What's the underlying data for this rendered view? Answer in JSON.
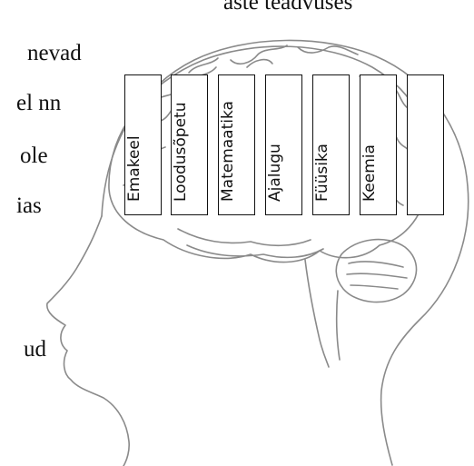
{
  "text_fragments": [
    "aste teadvuses",
    "nevad",
    "el nn",
    "ole",
    "ias",
    "ud"
  ],
  "drawers": [
    "Emakeel",
    "Loodusõpetu",
    "Matemaatika",
    "Ajalugu",
    "Füüsika",
    "Keemia",
    ""
  ],
  "colors": {
    "line": "#111111",
    "sketch": "#8a8a8a",
    "background": "#ffffff"
  }
}
